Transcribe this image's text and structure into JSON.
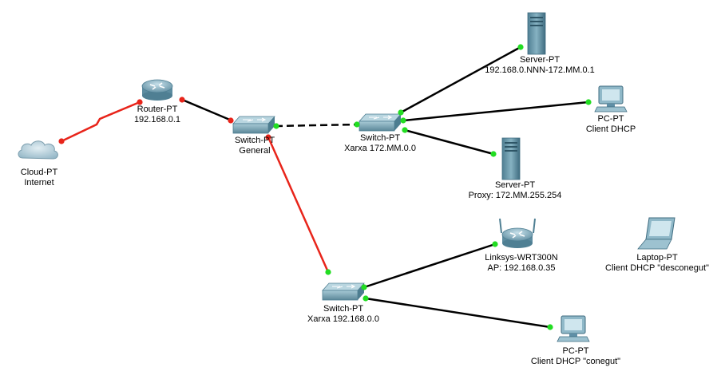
{
  "diagram": {
    "nodes": {
      "cloud": {
        "name": "Cloud-PT",
        "desc": "Internet"
      },
      "router": {
        "name": "Router-PT",
        "desc": "192.168.0.1"
      },
      "switch_gen": {
        "name": "Switch-PT",
        "desc": "General"
      },
      "switch_172": {
        "name": "Switch-PT",
        "desc": "Xarxa 172.MM.0.0"
      },
      "server_top": {
        "name": "Server-PT",
        "desc": "192.168.0.NNN-172.MM.0.1"
      },
      "pc_top": {
        "name": "PC-PT",
        "desc": "Client DHCP"
      },
      "server_proxy": {
        "name": "Server-PT",
        "desc": "Proxy: 172.MM.255.254"
      },
      "switch_192": {
        "name": "Switch-PT",
        "desc": "Xarxa 192.168.0.0"
      },
      "ap": {
        "name": "Linksys-WRT300N",
        "desc": "AP: 192.168.0.35"
      },
      "laptop": {
        "name": "Laptop-PT",
        "desc": "Client DHCP \"desconegut\""
      },
      "pc_bottom": {
        "name": "PC-PT",
        "desc": "Client DHCP \"conegut\""
      }
    }
  },
  "colors": {
    "link_ok": "#000000",
    "link_serial": "#e8241a",
    "port_up": "#22dd22",
    "port_down": "#e8241a",
    "device_fill": "#5f8fa6"
  }
}
